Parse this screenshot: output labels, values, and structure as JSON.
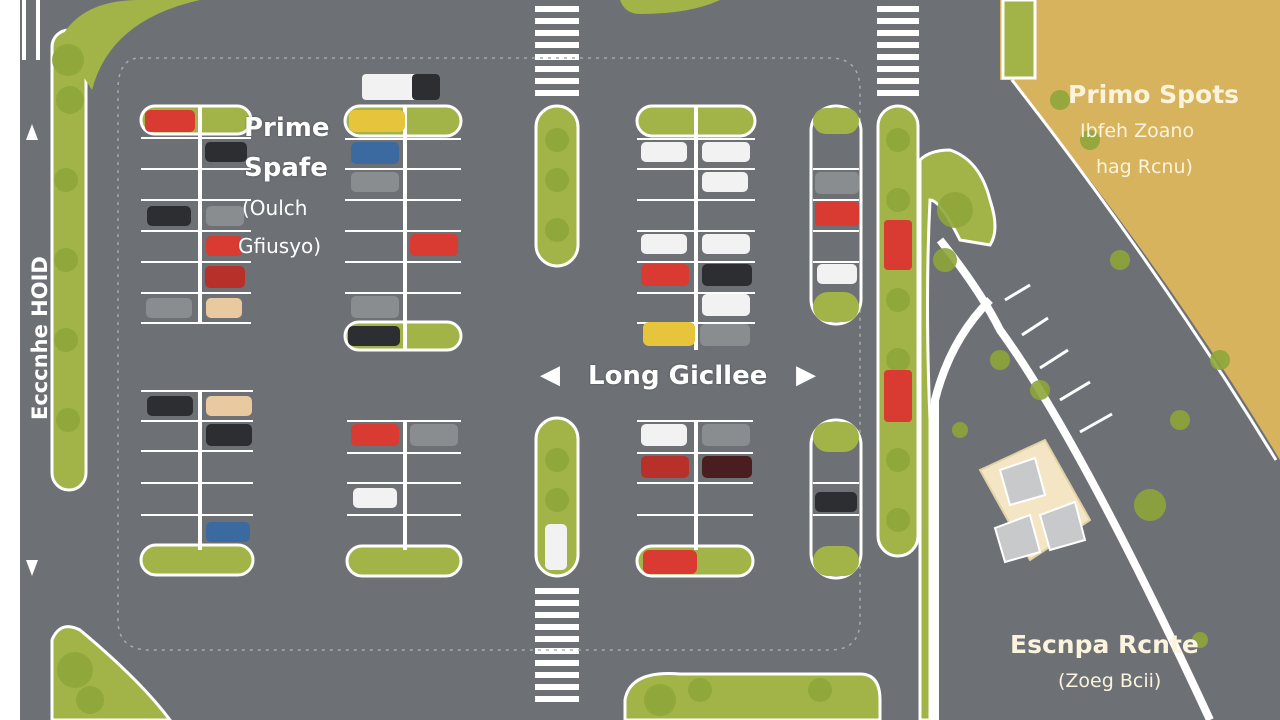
{
  "labels": {
    "primo_spots_title": "Primo Spots",
    "primo_spots_sub1": "Ibfeh Zoano",
    "primo_spots_sub2": "hag Rcnu)",
    "prime_spate_line1": "Prime",
    "prime_spate_line2": "Spafe",
    "prime_spate_line3": "(Oulch",
    "prime_spate_line4": "Gfiusyo)",
    "long_road": "Long Gicllee",
    "escape_route_title": "Escnpa Rcnte",
    "escape_route_sub": "(Zoeg Bcii)",
    "left_vertical": "Ecccnhe HOID"
  },
  "icons": {
    "arrow_left": "◀",
    "arrow_right": "▶"
  },
  "colors": {
    "asphalt": "#6d7176",
    "grass": "#a2b347",
    "sand": "#d8b35e",
    "car_red": "#d93a32",
    "car_yellow": "#e6c43b",
    "car_dark": "#2c2e31",
    "car_white": "#f2f2f2",
    "car_gray": "#8a8d90",
    "car_blue": "#3b6aa0"
  }
}
